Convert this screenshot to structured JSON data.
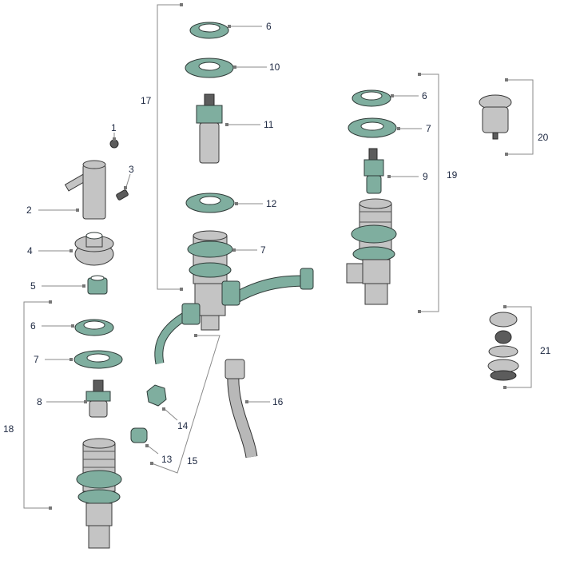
{
  "title": "Bidet mixer exploded parts diagram",
  "colors": {
    "part_green": "#7fae9f",
    "part_grey": "#c4c4c4",
    "leader": "#8a8a8a",
    "label": "#1c2740"
  },
  "labels": {
    "p1": "1",
    "p2": "2",
    "p3": "3",
    "p4": "4",
    "p5": "5",
    "p6a": "6",
    "p7a": "7",
    "p8": "8",
    "p18": "18",
    "p17": "17",
    "p6b": "6",
    "p10": "10",
    "p11": "11",
    "p12": "12",
    "p7b": "7",
    "p14": "14",
    "p13": "13",
    "p15": "15",
    "p16": "16",
    "p6c": "6",
    "p7c": "7",
    "p9": "9",
    "p19": "19",
    "p20": "20",
    "p21": "21"
  }
}
